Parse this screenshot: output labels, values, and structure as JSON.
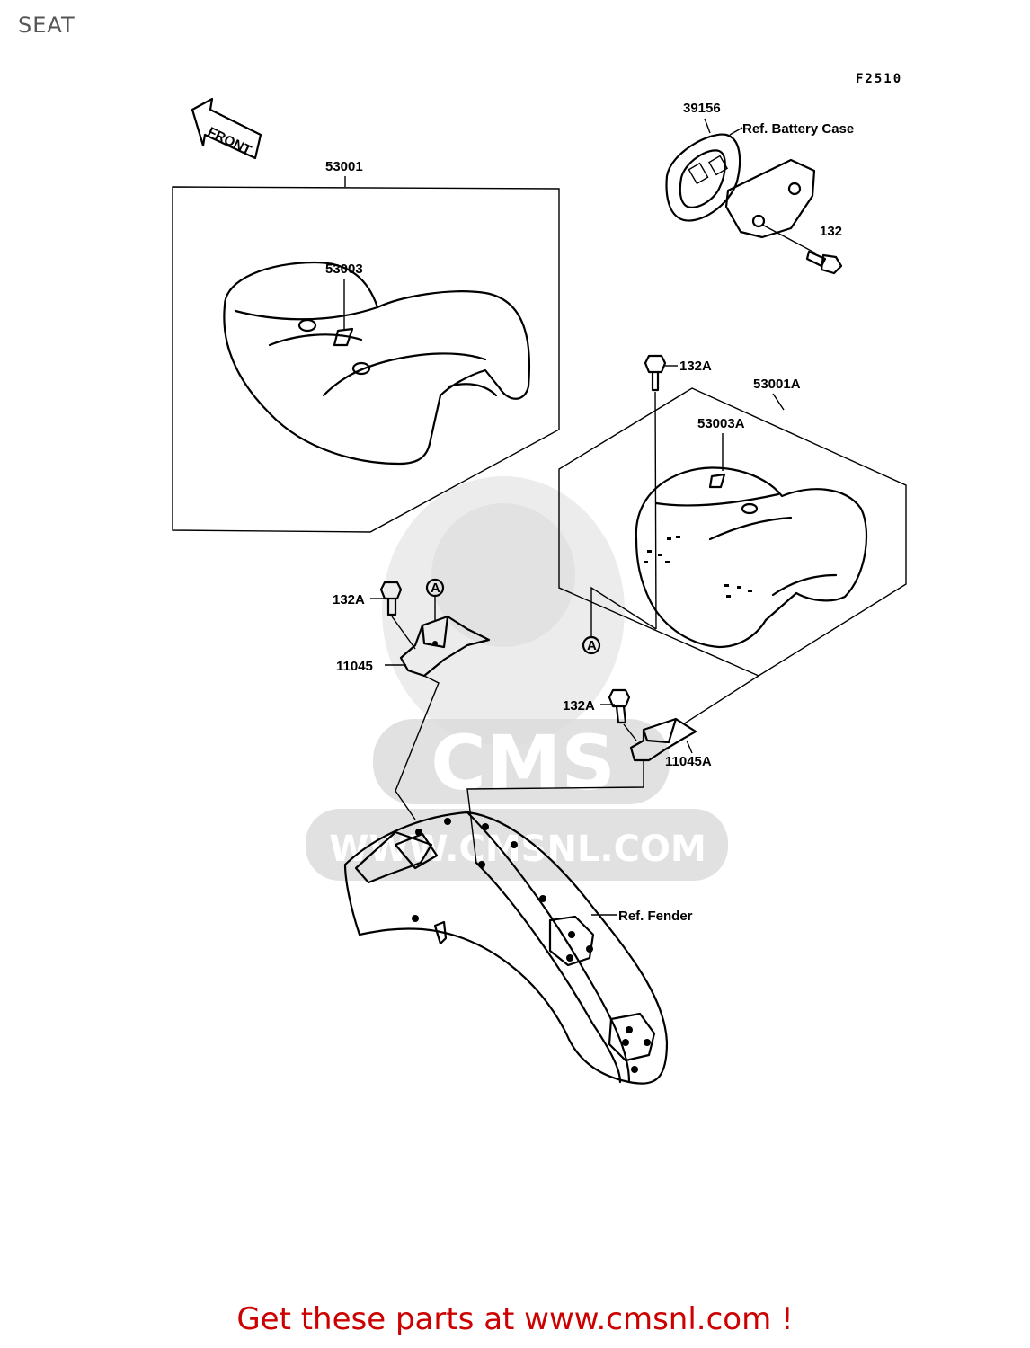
{
  "page": {
    "title": "SEAT",
    "figure_code": "F2510",
    "cta": "Get these parts at www.cmsnl.com !"
  },
  "watermark": {
    "brand": "CMS",
    "url": "WWW.CMSNL.COM"
  },
  "front_arrow": "FRONT",
  "callouts": {
    "seat_assy": "53001",
    "seat_cover": "53003",
    "seat_assy_alt": "53001A",
    "seat_cover_alt": "53003A",
    "holder": "39156",
    "battery_case_ref": "Ref. Battery Case",
    "bolt_132": "132",
    "bolt_132a_top": "132A",
    "bolt_132a_left": "132A",
    "bolt_132a_right": "132A",
    "bracket": "11045",
    "bracket_alt": "11045A",
    "fender_ref": "Ref. Fender",
    "ref_a_left": "A",
    "ref_a_right": "A"
  }
}
